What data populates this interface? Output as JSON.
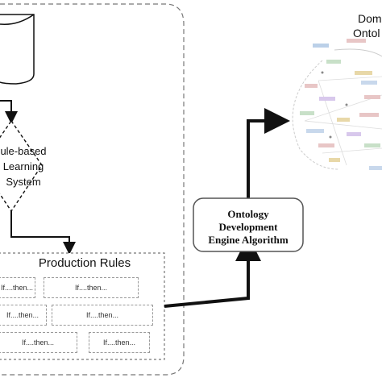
{
  "title": "",
  "rule_system": {
    "label_lines": [
      "ule-based",
      "Learning",
      "System"
    ]
  },
  "production": {
    "title": "Production Rules",
    "rows": [
      [
        "If....then...",
        "If....then..."
      ],
      [
        "If....then...",
        "If....then..."
      ],
      [
        "If....then...",
        "If....then..."
      ]
    ]
  },
  "engine": {
    "label_lines": [
      "Ontology",
      "Development",
      "Engine Algorithm"
    ]
  },
  "domain": {
    "label_lines": [
      "Dom",
      "Ontol"
    ]
  },
  "colors": {
    "stroke": "#111111",
    "dashed": "#777777",
    "engine_border": "#555555"
  }
}
